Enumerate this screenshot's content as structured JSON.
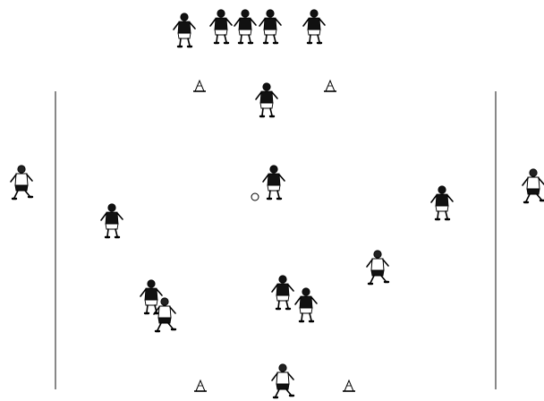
{
  "colors": {
    "background": "#ffffff",
    "line": "#555555",
    "ink": "#000000",
    "dark_shirt": "#111111",
    "light_shirt": "#ffffff"
  },
  "diagram": {
    "kind": "soccer drill setup",
    "field_lines": [
      "left-sideline",
      "right-sideline"
    ],
    "cones": [
      {
        "id": "cone-top-left",
        "icon": "cone-icon"
      },
      {
        "id": "cone-top-right",
        "icon": "cone-icon"
      },
      {
        "id": "cone-bottom-left",
        "icon": "cone-icon"
      },
      {
        "id": "cone-bottom-right",
        "icon": "cone-icon"
      }
    ],
    "ball": {
      "icon": "ball-icon",
      "count": 1
    },
    "players": [
      {
        "id": "waiting-player-1",
        "team": "dark",
        "pose": "kick-left"
      },
      {
        "id": "waiting-player-2",
        "team": "dark",
        "pose": "stand"
      },
      {
        "id": "waiting-player-3",
        "team": "dark",
        "pose": "stand"
      },
      {
        "id": "waiting-player-4",
        "team": "dark",
        "pose": "stand"
      },
      {
        "id": "waiting-player-5",
        "team": "dark",
        "pose": "run-left"
      },
      {
        "id": "top-gate-player",
        "team": "dark",
        "pose": "run-right"
      },
      {
        "id": "center-player-dribbling",
        "team": "dark",
        "pose": "dribble"
      },
      {
        "id": "left-player",
        "team": "dark",
        "pose": "stand"
      },
      {
        "id": "right-player",
        "team": "dark",
        "pose": "stand"
      },
      {
        "id": "outside-left-player",
        "team": "light",
        "pose": "run-left"
      },
      {
        "id": "outside-right-player",
        "team": "light",
        "pose": "run-right"
      },
      {
        "id": "bottom-left-player-a",
        "team": "dark",
        "pose": "stand"
      },
      {
        "id": "bottom-left-player-b",
        "team": "light",
        "pose": "run-right"
      },
      {
        "id": "bottom-center-player-a",
        "team": "dark",
        "pose": "run-left"
      },
      {
        "id": "bottom-center-player-b",
        "team": "dark",
        "pose": "stand"
      },
      {
        "id": "bottom-right-player",
        "team": "light",
        "pose": "run-right"
      },
      {
        "id": "bottom-gate-player",
        "team": "light",
        "pose": "run-right"
      }
    ]
  }
}
